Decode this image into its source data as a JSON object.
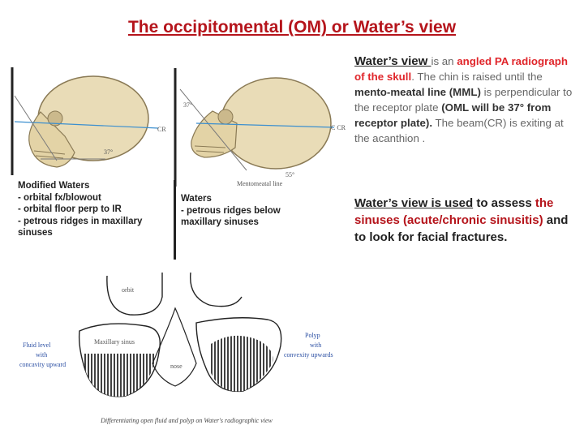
{
  "title": "The occipitomental (OM) or Water’s view",
  "left_skull": {
    "labels": {
      "cr": "CR",
      "angle": "37°"
    },
    "caption": [
      "Modified Waters",
      "- orbital fx/blowout",
      "- orbital floor perp to IR",
      "- petrous ridges in maxillary",
      "sinuses"
    ]
  },
  "right_skull": {
    "labels": {
      "cr": "C CR",
      "angle_top": "37°",
      "angle_bottom": "55°",
      "mml": "Mentomeatal line"
    },
    "caption": [
      "Waters",
      "- petrous ridges below",
      "maxillary sinuses"
    ]
  },
  "description": {
    "p1": {
      "term": "Water’s view ",
      "t1": "is an ",
      "red1": "angled PA radiograph of the skull",
      "t2": ". The  chin is raised until the ",
      "b1": "mento-meatal line (MML)",
      "t3": " is perpendicular to the receptor plate ",
      "b2": "(OML will be 37° from receptor plate).",
      "t4": " The  beam(CR) is exiting at the acanthion ."
    },
    "p2": {
      "term": "Water’s view  is used",
      "t1": " to assess ",
      "red1": "the sinuses (acute/chronic sinusitis)",
      "t2": " and to look for facial fractures."
    }
  },
  "diagram": {
    "labels": {
      "orbit": "orbit",
      "maxillary": "Maxillary sinus",
      "nose": "nose",
      "left_note": [
        "Fluid level",
        "with",
        "concavity upward"
      ],
      "right_note": [
        "Polyp",
        "with",
        "convexity upwards"
      ]
    },
    "caption": "Differentiating open fluid and polyp on Water's radiographic view"
  }
}
